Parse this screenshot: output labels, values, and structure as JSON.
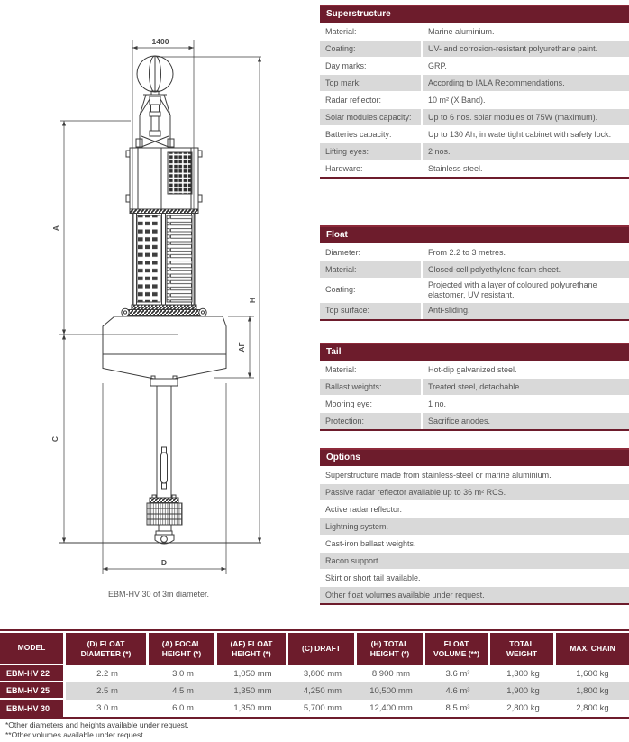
{
  "colors": {
    "maroon": "#6d1c2c",
    "maroon_highlight": "#8d2a3a",
    "row_alt_gray": "#d9d9d9",
    "body_text_gray": "#555555",
    "drawing_line": "#3c3c3c"
  },
  "drawing": {
    "caption": "EBM-HV 30 of 3m diameter.",
    "dims": {
      "top_width": "1400",
      "focal_height": "A",
      "draft": "C",
      "total_height": "H",
      "float_height": "AF",
      "float_diameter": "D"
    }
  },
  "spec_tables": [
    {
      "title": "Superstructure",
      "rows": [
        {
          "label": "Material:",
          "value": "Marine aluminium."
        },
        {
          "label": "Coating:",
          "value": "UV- and corrosion-resistant polyurethane paint."
        },
        {
          "label": "Day marks:",
          "value": "GRP."
        },
        {
          "label": "Top mark:",
          "value": "According to IALA Recommendations."
        },
        {
          "label": "Radar reflector:",
          "value": "10 m² (X Band)."
        },
        {
          "label": "Solar modules capacity:",
          "value": "Up to 6 nos. solar modules of 75W (maximum)."
        },
        {
          "label": "Batteries capacity:",
          "value": "Up to 130 Ah, in watertight cabinet with safety lock."
        },
        {
          "label": "Lifting eyes:",
          "value": "2 nos."
        },
        {
          "label": "Hardware:",
          "value": "Stainless steel."
        }
      ]
    },
    {
      "title": "Float",
      "rows": [
        {
          "label": "Diameter:",
          "value": "From 2.2 to 3 metres."
        },
        {
          "label": "Material:",
          "value": "Closed-cell polyethylene foam sheet."
        },
        {
          "label": "Coating:",
          "value": "Projected with a layer of coloured polyurethane elastomer, UV resistant."
        },
        {
          "label": "Top surface:",
          "value": "Anti-sliding."
        }
      ]
    },
    {
      "title": "Tail",
      "rows": [
        {
          "label": "Material:",
          "value": "Hot-dip galvanized steel."
        },
        {
          "label": "Ballast weights:",
          "value": "Treated steel, detachable."
        },
        {
          "label": "Mooring eye:",
          "value": "1 no."
        },
        {
          "label": "Protection:",
          "value": "Sacrifice anodes."
        }
      ]
    },
    {
      "title": "Options",
      "items": [
        "Superstructure made from stainless-steel or marine aluminium.",
        "Passive radar reflector available up to 36 m² RCS.",
        "Active radar reflector.",
        "Lightning system.",
        "Cast-iron ballast weights.",
        "Racon support.",
        "Skirt or short tail available.",
        "Other float volumes available under request."
      ]
    }
  ],
  "model_table": {
    "headers": [
      "MODEL",
      "(D) FLOAT DIAMETER (*)",
      "(A) FOCAL HEIGHT (*)",
      "(AF) FLOAT HEIGHT (*)",
      "(C) DRAFT",
      "(H) TOTAL HEIGHT (*)",
      "FLOAT VOLUME (**)",
      "TOTAL WEIGHT",
      "MAX. CHAIN"
    ],
    "rows": [
      [
        "EBM-HV 22",
        "2.2 m",
        "3.0 m",
        "1,050 mm",
        "3,800 mm",
        "8,900 mm",
        "3.6 m³",
        "1,300 kg",
        "1,600 kg"
      ],
      [
        "EBM-HV 25",
        "2.5 m",
        "4.5 m",
        "1,350 mm",
        "4,250 mm",
        "10,500 mm",
        "4.6 m³",
        "1,900 kg",
        "1,800 kg"
      ],
      [
        "EBM-HV 30",
        "3.0 m",
        "6.0 m",
        "1,350 mm",
        "5,700 mm",
        "12,400 mm",
        "8.5 m³",
        "2,800 kg",
        "2,800 kg"
      ]
    ]
  },
  "footnotes": [
    "*Other diameters and heights available under request.",
    "**Other volumes available under request."
  ]
}
